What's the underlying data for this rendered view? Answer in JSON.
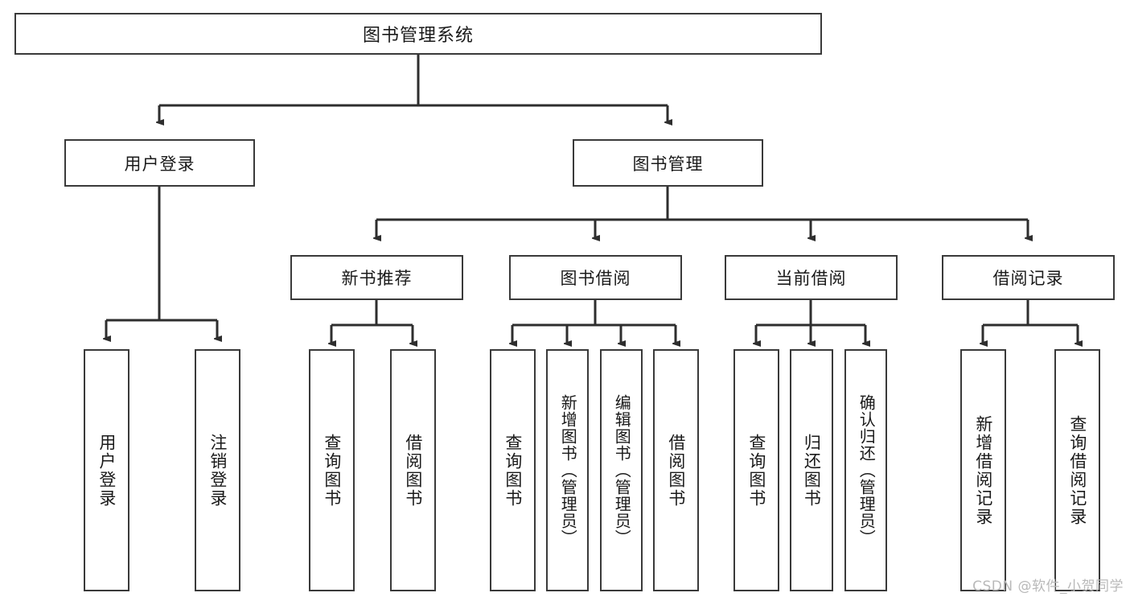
{
  "diagram": {
    "title": "图书管理系统",
    "watermark": "CSDN @软件_小贺同学",
    "root": {
      "label": "图书管理系统"
    },
    "level1": [
      {
        "label": "用户登录"
      },
      {
        "label": "图书管理"
      }
    ],
    "level2": [
      {
        "label": "新书推荐"
      },
      {
        "label": "图书借阅"
      },
      {
        "label": "当前借阅"
      },
      {
        "label": "借阅记录"
      }
    ],
    "leaves": {
      "user_login": [
        {
          "label": "用户登录"
        },
        {
          "label": "注销登录"
        }
      ],
      "new_book": [
        {
          "label": "查询图书"
        },
        {
          "label": "借阅图书"
        }
      ],
      "borrow": [
        {
          "label": "查询图书"
        },
        {
          "label": "新增图书（管理员）"
        },
        {
          "label": "编辑图书（管理员）"
        },
        {
          "label": "借阅图书"
        }
      ],
      "current": [
        {
          "label": "查询图书"
        },
        {
          "label": "归还图书"
        },
        {
          "label": "确认归还（管理员）"
        }
      ],
      "records": [
        {
          "label": "新增借阅记录"
        },
        {
          "label": "查询借阅记录"
        }
      ]
    },
    "colors": {
      "stroke": "#3a3a3a",
      "background": "#ffffff",
      "text": "#1a1a1a",
      "watermark": "#b9b9b9"
    }
  }
}
